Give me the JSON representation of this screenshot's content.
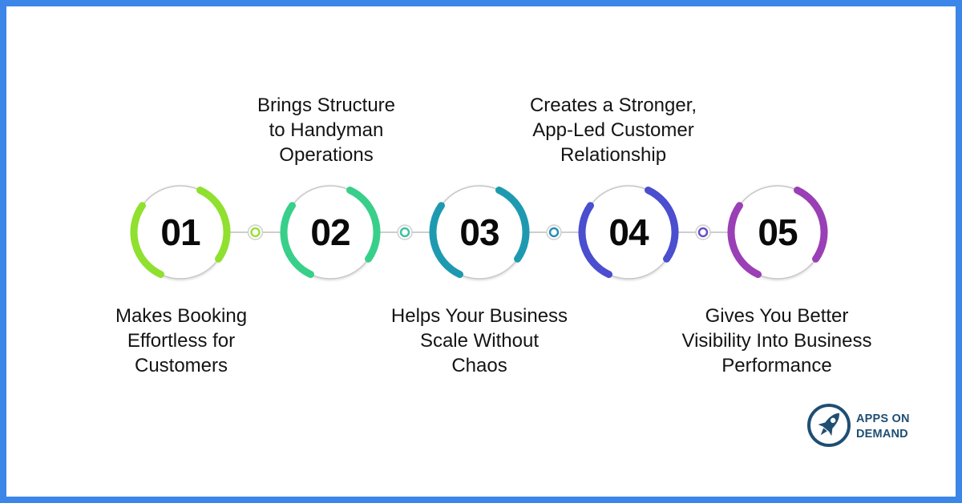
{
  "steps": [
    {
      "number": "01",
      "caption": "Makes Booking\nEffortless for\nCustomers",
      "caption_position": "below",
      "color": "#8fe02f"
    },
    {
      "number": "02",
      "caption": "Brings Structure\nto Handyman\nOperations",
      "caption_position": "above",
      "color": "#38cf8a"
    },
    {
      "number": "03",
      "caption": "Helps Your Business\nScale Without\nChaos",
      "caption_position": "below",
      "color": "#1e9ab0"
    },
    {
      "number": "04",
      "caption": "Creates a Stronger,\nApp-Led Customer\nRelationship",
      "caption_position": "above",
      "color": "#4a4ecf"
    },
    {
      "number": "05",
      "caption": "Gives You Better\nVisibility Into Business\nPerformance",
      "caption_position": "below",
      "color": "#9a3fb5"
    }
  ],
  "connector_colors": [
    "#9be03a",
    "#3fc2a0",
    "#2a8fb3",
    "#6a4fc4"
  ],
  "theme": {
    "frame": "#3b86e8",
    "ring": "#c7c7c7",
    "text": "#141414",
    "logo": "#1f4e73"
  },
  "logo": {
    "line1": "APPS ON",
    "line2": "DEMAND",
    "icon": "rocket-icon"
  }
}
